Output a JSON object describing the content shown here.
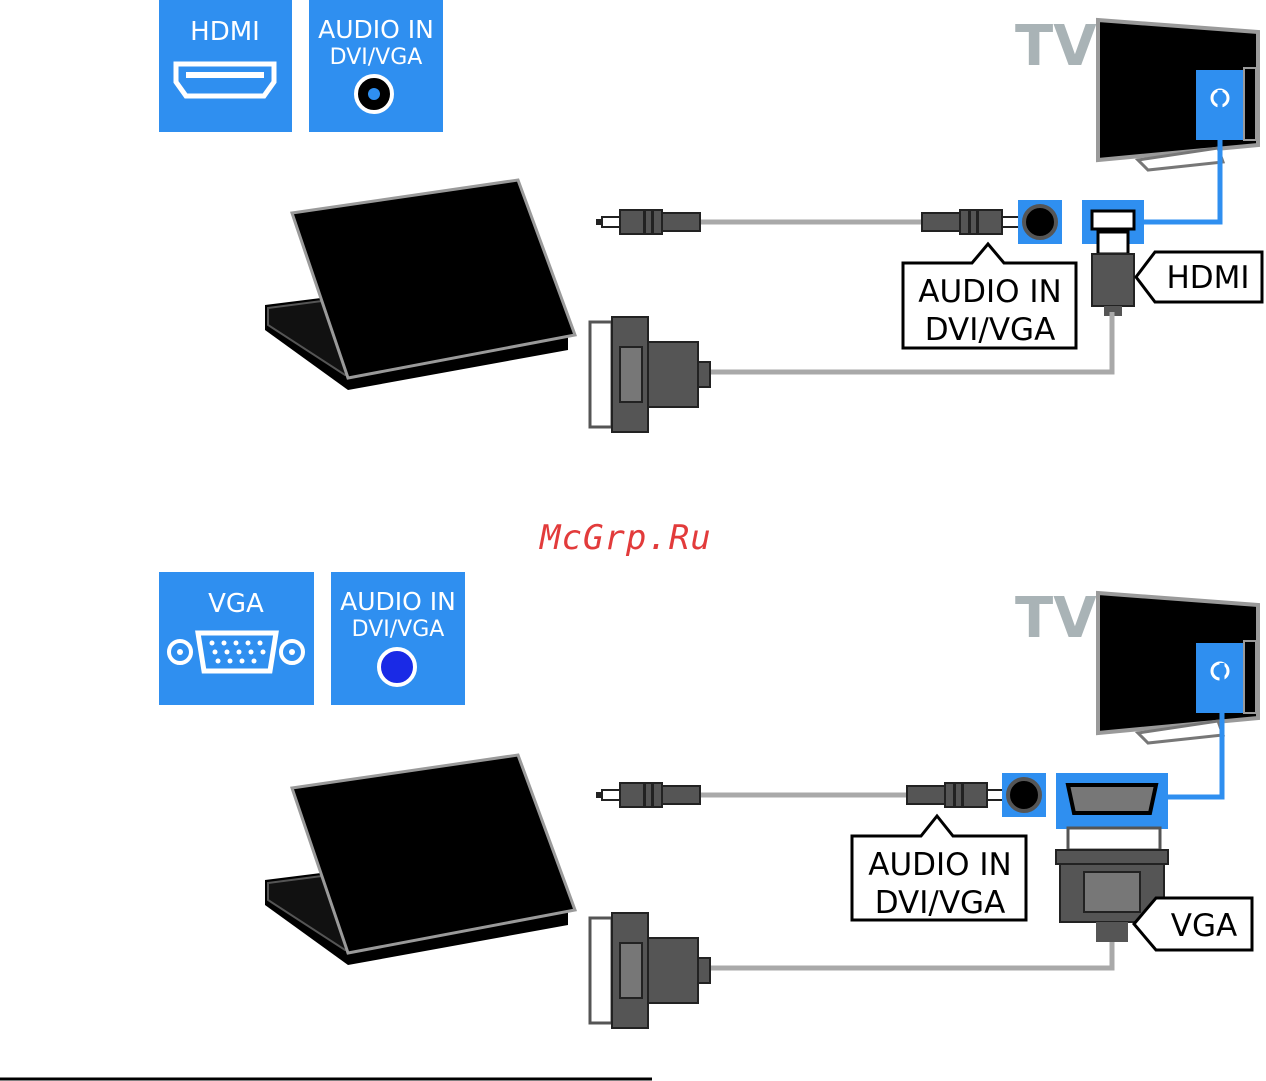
{
  "watermark": "McGrp.Ru",
  "section1": {
    "badge_left": "HDMI",
    "badge_right_line1": "AUDIO IN",
    "badge_right_line2": "DVI/VGA",
    "tv_label": "TV",
    "audio_callout_line1": "AUDIO IN",
    "audio_callout_line2": "DVI/VGA",
    "port_callout": "HDMI"
  },
  "section2": {
    "badge_left": "VGA",
    "badge_right_line1": "AUDIO IN",
    "badge_right_line2": "DVI/VGA",
    "tv_label": "TV",
    "audio_callout_line1": "AUDIO IN",
    "audio_callout_line2": "DVI/VGA",
    "port_callout": "VGA"
  },
  "colors": {
    "badge_blue": "#2f8ff0",
    "cable_gray": "#a9a9a9",
    "tv_gray": "#a9b3b6"
  }
}
